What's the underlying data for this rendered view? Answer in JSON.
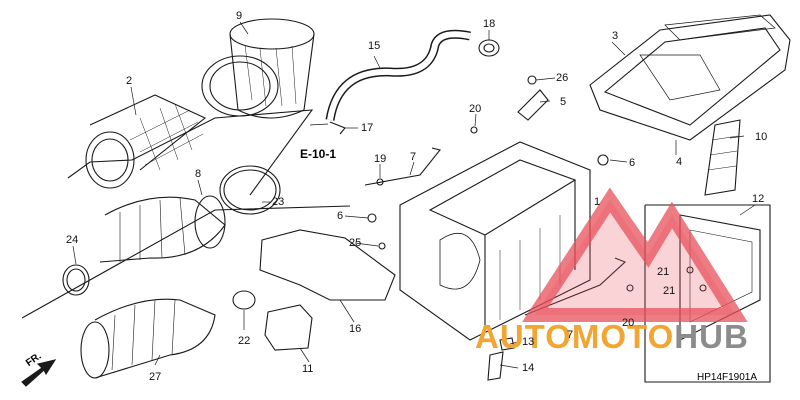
{
  "diagram": {
    "reference_label": "E-10-1",
    "direction_label": "FR.",
    "diagram_code": "HP14F1901A",
    "watermark": {
      "part1": "AUTOMOTO",
      "part2": "HUB"
    },
    "colors": {
      "line": "#1a1a1a",
      "watermark_red": "#e8505b",
      "watermark_orange": "#f2a531",
      "watermark_gray": "#8c8c8c"
    },
    "callouts": [
      {
        "id": "c1",
        "number": "1"
      },
      {
        "id": "c2",
        "number": "2"
      },
      {
        "id": "c3",
        "number": "3"
      },
      {
        "id": "c4",
        "number": "4"
      },
      {
        "id": "c5",
        "number": "5"
      },
      {
        "id": "c6a",
        "number": "6"
      },
      {
        "id": "c6b",
        "number": "6"
      },
      {
        "id": "c7a",
        "number": "7"
      },
      {
        "id": "c7b",
        "number": "7"
      },
      {
        "id": "c8",
        "number": "8"
      },
      {
        "id": "c9",
        "number": "9"
      },
      {
        "id": "c10",
        "number": "10"
      },
      {
        "id": "c11",
        "number": "11"
      },
      {
        "id": "c12",
        "number": "12"
      },
      {
        "id": "c13",
        "number": "13"
      },
      {
        "id": "c14",
        "number": "14"
      },
      {
        "id": "c15",
        "number": "15"
      },
      {
        "id": "c16",
        "number": "16"
      },
      {
        "id": "c17",
        "number": "17"
      },
      {
        "id": "c18",
        "number": "18"
      },
      {
        "id": "c19",
        "number": "19"
      },
      {
        "id": "c20a",
        "number": "20"
      },
      {
        "id": "c20b",
        "number": "20"
      },
      {
        "id": "c21a",
        "number": "21"
      },
      {
        "id": "c21b",
        "number": "21"
      },
      {
        "id": "c22",
        "number": "22"
      },
      {
        "id": "c23",
        "number": "23"
      },
      {
        "id": "c24",
        "number": "24"
      },
      {
        "id": "c25",
        "number": "25"
      },
      {
        "id": "c26",
        "number": "26"
      },
      {
        "id": "c27",
        "number": "27"
      }
    ]
  }
}
